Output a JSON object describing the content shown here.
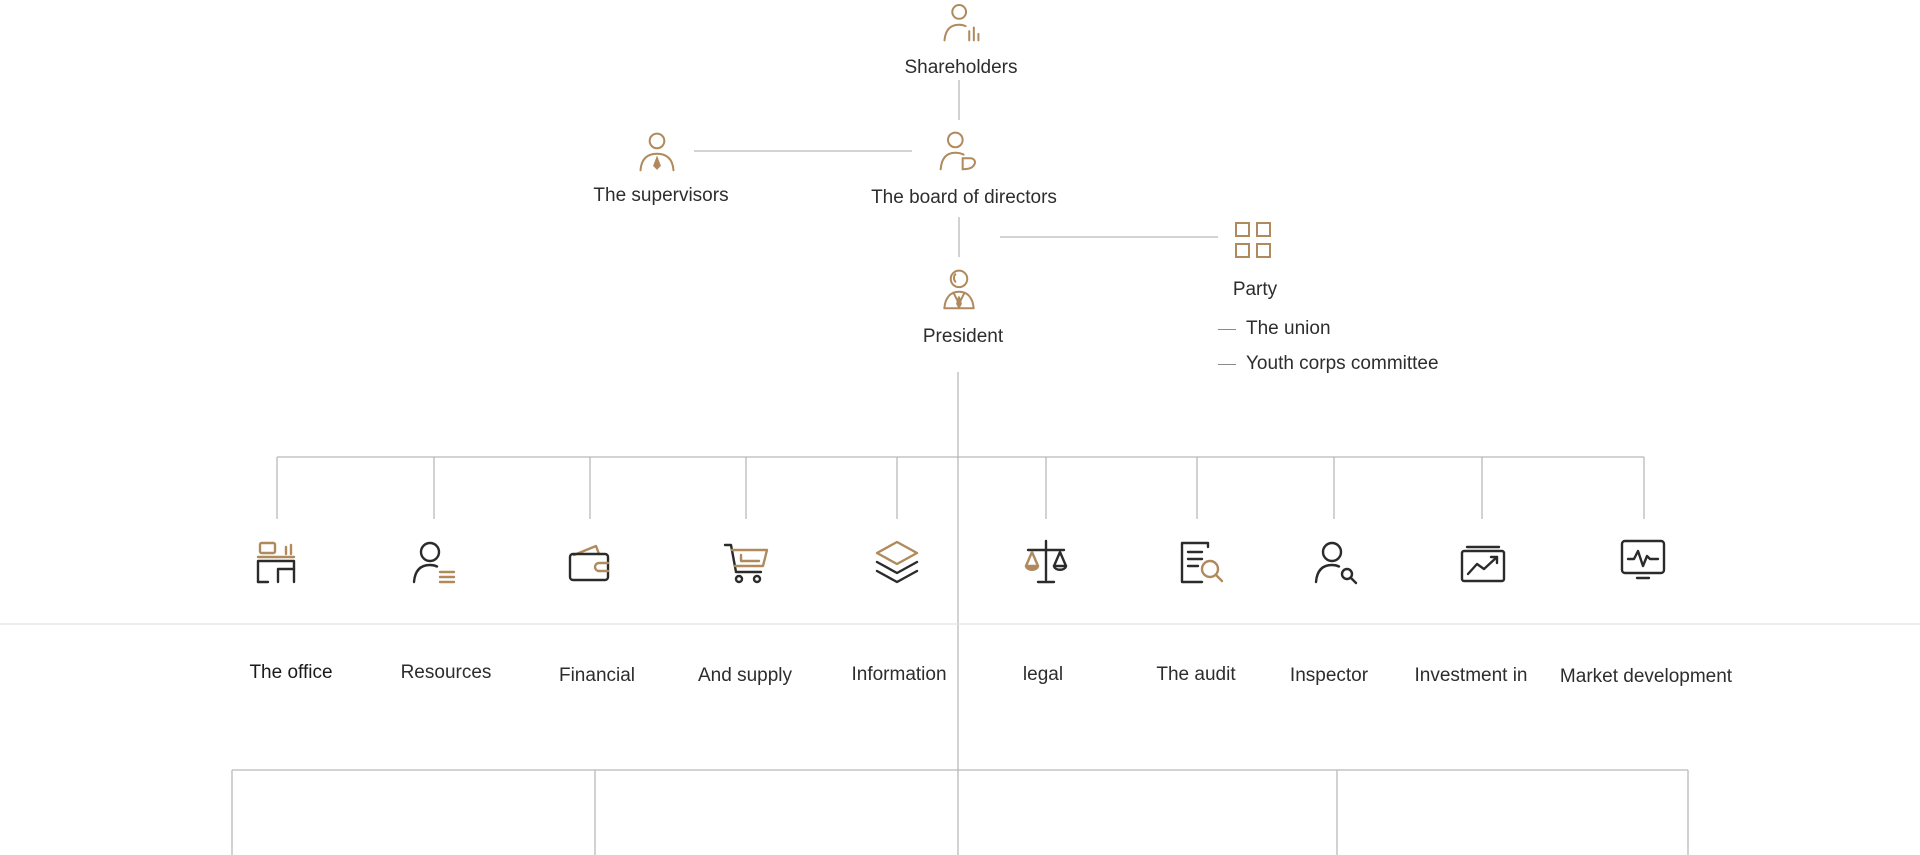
{
  "colors": {
    "accent": "#b08a5c",
    "dark": "#2b2b2b",
    "line": "#b9b9b9"
  },
  "top": {
    "shareholders": {
      "label": "Shareholders",
      "icon": "person-chart-icon"
    },
    "board": {
      "label": "The board of directors",
      "icon": "person-sign-icon"
    },
    "supervisors": {
      "label": "The supervisors",
      "icon": "person-tie-icon"
    },
    "president": {
      "label": "President",
      "icon": "person-suit-icon"
    },
    "party": {
      "label": "Party",
      "icon": "grid-icon",
      "items": [
        "The union",
        "Youth corps committee"
      ]
    }
  },
  "departments": [
    {
      "label": "The office",
      "icon": "desk-icon"
    },
    {
      "label": "Resources",
      "icon": "person-list-icon"
    },
    {
      "label": "Financial",
      "icon": "wallet-icon"
    },
    {
      "label": "And supply",
      "icon": "cart-icon"
    },
    {
      "label": "Information",
      "icon": "layers-icon"
    },
    {
      "label": "legal",
      "icon": "scales-icon"
    },
    {
      "label": "The audit",
      "icon": "document-search-icon"
    },
    {
      "label": "Inspector",
      "icon": "person-search-icon"
    },
    {
      "label": "Investment in",
      "icon": "trend-chart-icon"
    },
    {
      "label": "Market development",
      "icon": "monitor-pulse-icon"
    }
  ]
}
